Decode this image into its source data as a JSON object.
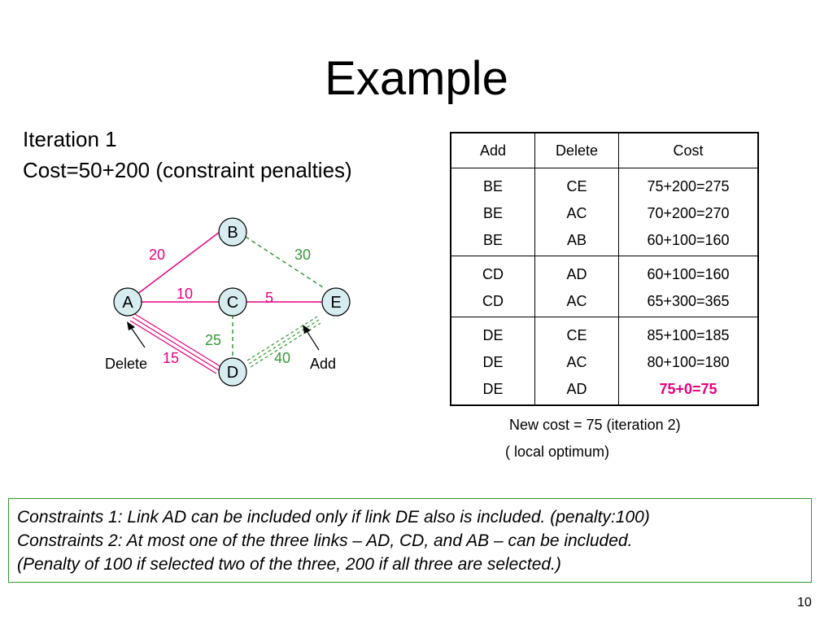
{
  "slide": {
    "title": "Example",
    "page_number": "10"
  },
  "iteration": {
    "line1": "Iteration 1",
    "line2": "Cost=50+200 (constraint penalties)"
  },
  "graph": {
    "nodes": {
      "A": "A",
      "B": "B",
      "C": "C",
      "D": "D",
      "E": "E"
    },
    "edge_labels": {
      "AB": "20",
      "BE": "30",
      "AC": "10",
      "CE": "5",
      "CD": "25",
      "AD": "15",
      "DE": "40"
    },
    "annotations": {
      "delete": "Delete",
      "add": "Add"
    },
    "colors": {
      "node_fill": "#d6ecef",
      "existing_edge": "#e6007e",
      "candidate_edge": "#339933"
    }
  },
  "table": {
    "headers": {
      "add": "Add",
      "delete": "Delete",
      "cost": "Cost"
    },
    "groups": [
      {
        "add": [
          "BE",
          "BE",
          "BE"
        ],
        "delete": [
          "CE",
          "AC",
          "AB"
        ],
        "cost": [
          "75+200=275",
          "70+200=270",
          "60+100=160"
        ]
      },
      {
        "add": [
          "CD",
          "CD"
        ],
        "delete": [
          "AD",
          "AC"
        ],
        "cost": [
          "60+100=160",
          "65+300=365"
        ]
      },
      {
        "add": [
          "DE",
          "DE",
          "DE"
        ],
        "delete": [
          "CE",
          "AC",
          "AD"
        ],
        "cost": [
          "85+100=185",
          "80+100=180",
          "75+0=75"
        ]
      }
    ],
    "highlight_color": "#e6007e"
  },
  "result": {
    "new_cost": "New cost = 75 (iteration 2)",
    "local_optimum": "( local optimum)"
  },
  "constraints": {
    "line1": "Constraints 1: Link AD can be included only if link DE also is included. (penalty:100)",
    "line2": "Constraints 2: At most one of the three links – AD, CD, and AB – can be included.",
    "line3": "(Penalty of 100 if selected two of the three, 200 if all three are selected.)",
    "border_color": "#339933"
  }
}
